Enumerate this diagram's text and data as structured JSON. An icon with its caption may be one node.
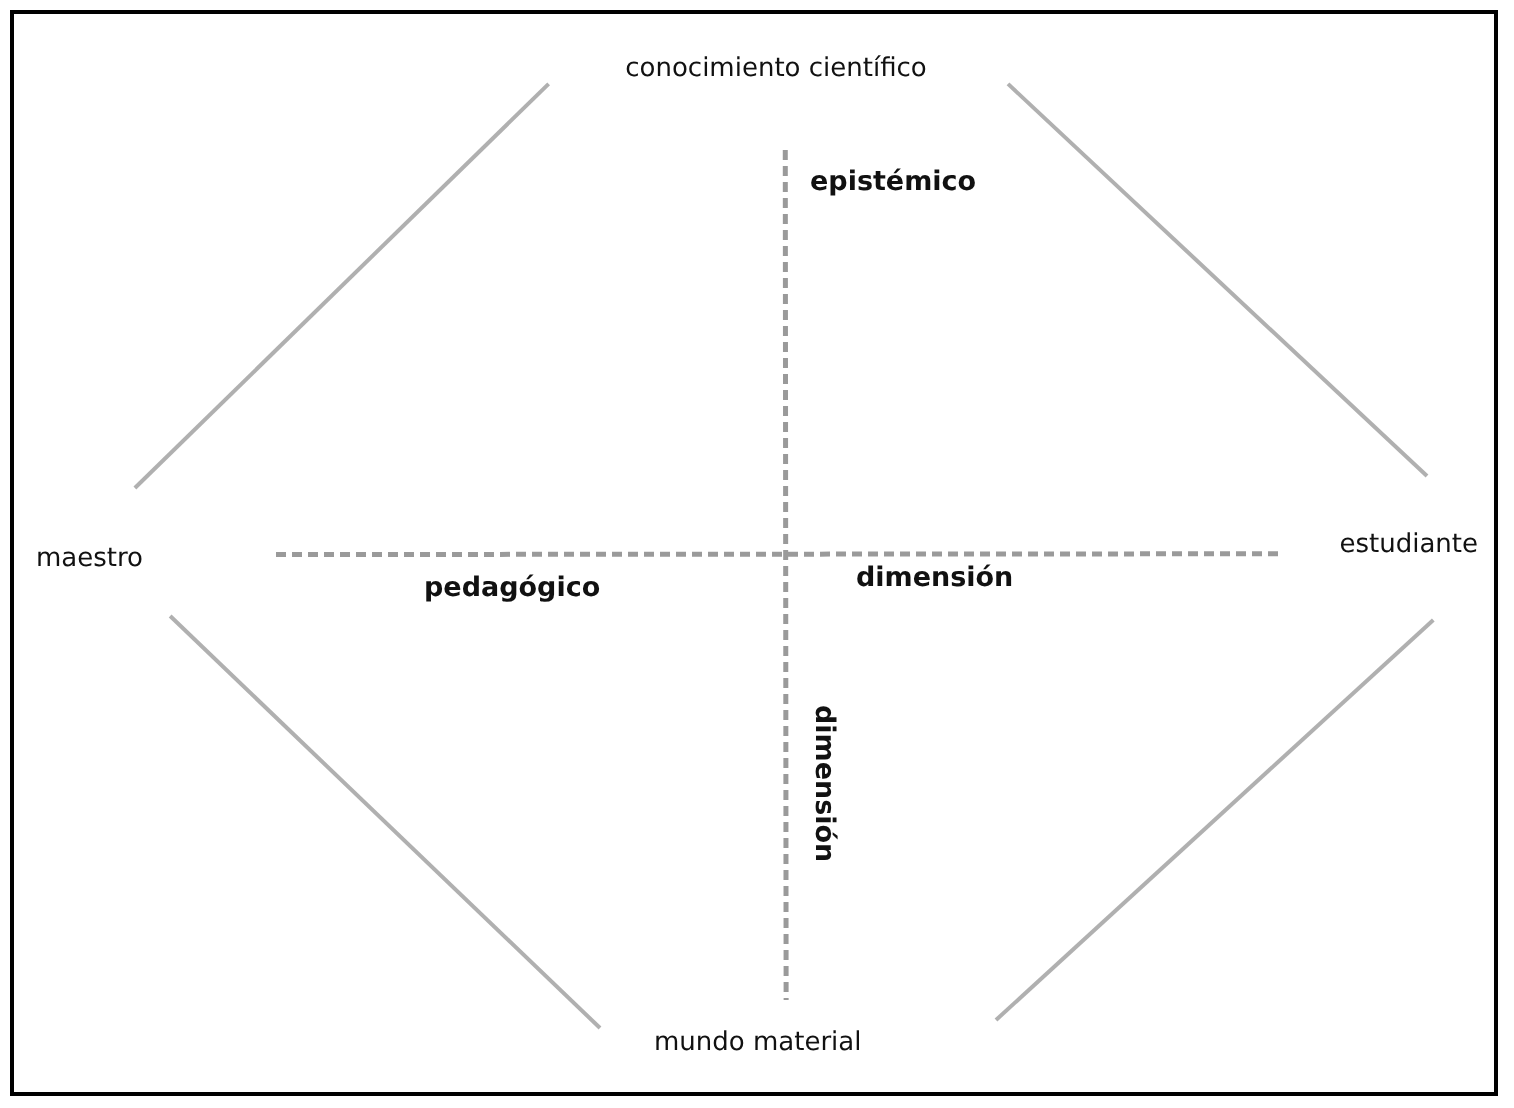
{
  "diagram": {
    "nodes": [
      {
        "text": [
          "conocimiento científico"
        ]
      },
      {
        "text": [
          "maestro"
        ]
      },
      {
        "text": [
          "estudiante"
        ]
      },
      {
        "text": [
          "mundo material"
        ]
      }
    ],
    "edges": [
      {
        "from": 0,
        "to": 1,
        "arrow": "none"
      },
      {
        "from": 0,
        "to": 2,
        "arrow": "none"
      },
      {
        "from": 1,
        "to": 3,
        "arrow": "none"
      },
      {
        "from": 2,
        "to": 3,
        "arrow": "none"
      },
      {
        "from": 1,
        "to": 2,
        "arrow": "none",
        "style": "dashed"
      },
      {
        "from": 0,
        "to": 3,
        "arrow": "none",
        "style": "dashed"
      }
    ],
    "labels": [
      "epistémico",
      "pedagógico",
      "dimensión",
      "dimensión"
    ]
  }
}
